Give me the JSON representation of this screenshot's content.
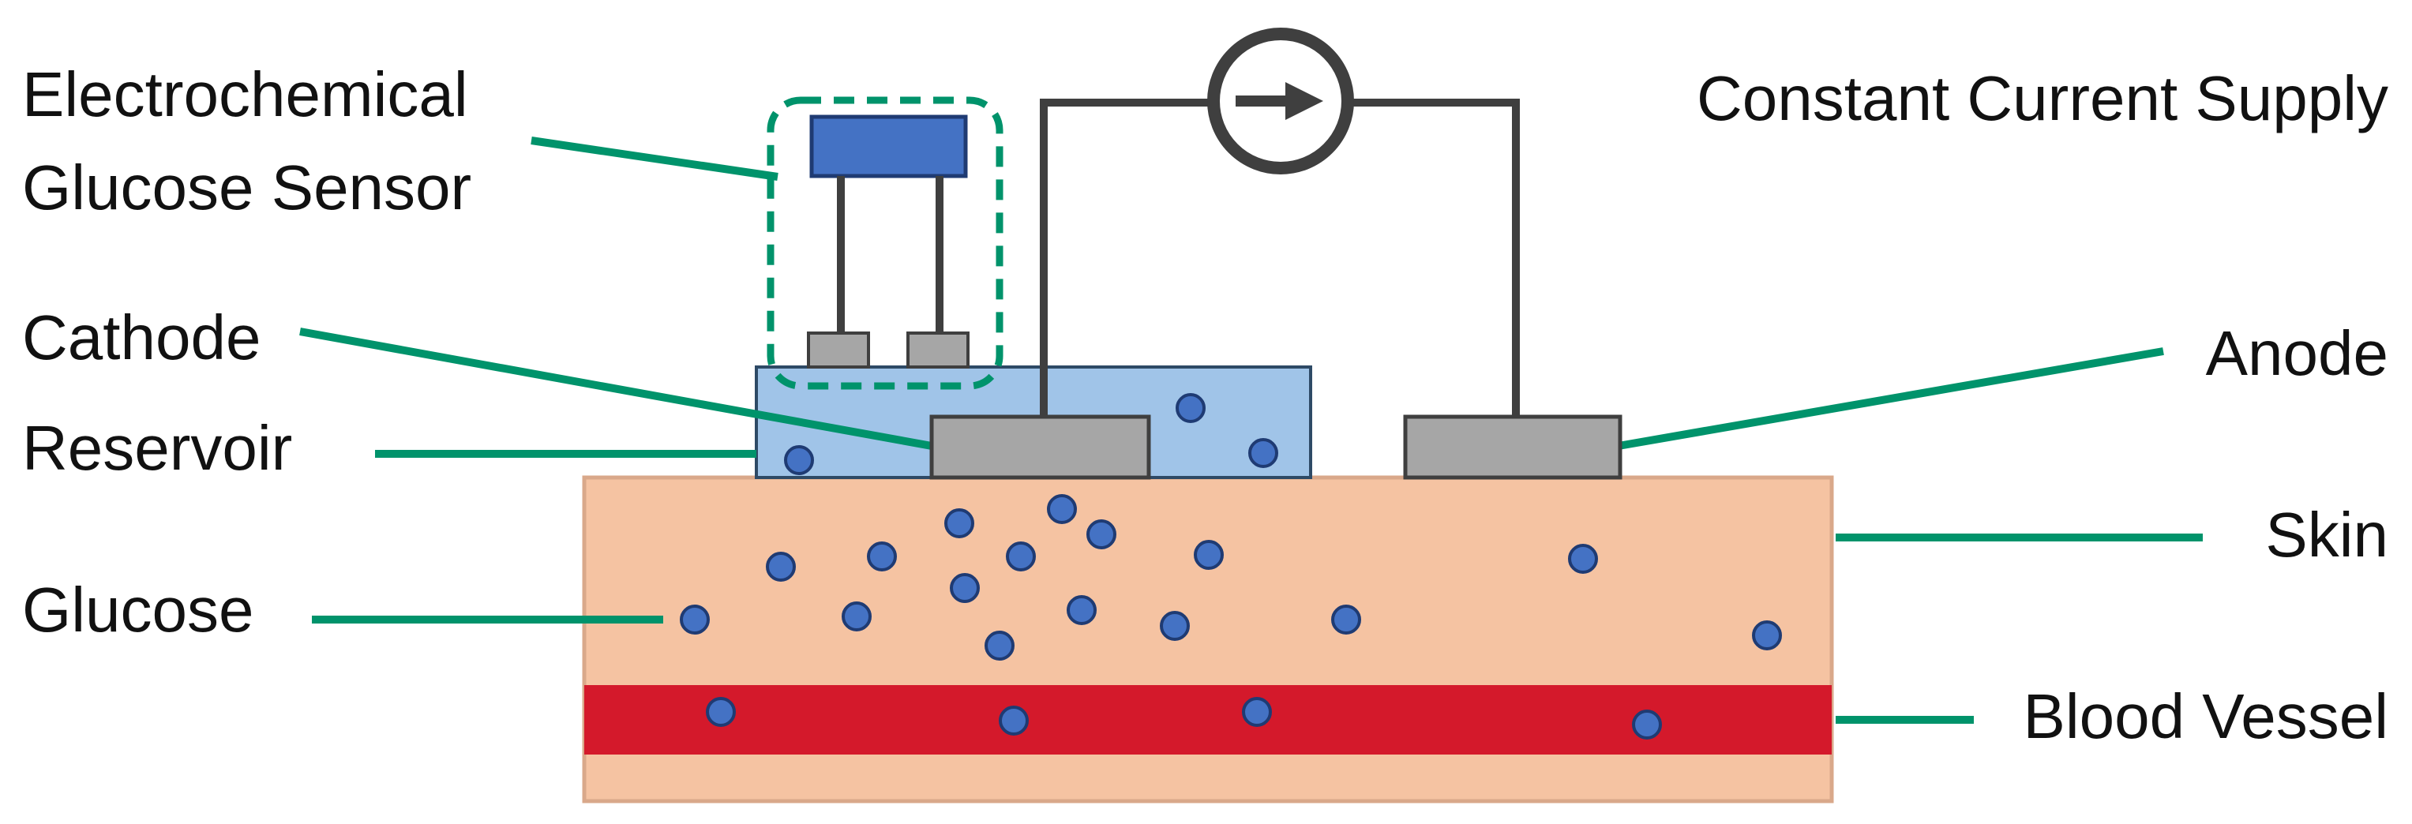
{
  "labels": {
    "sensor_line1": "Electrochemical",
    "sensor_line2": "Glucose Sensor",
    "supply": "Constant Current Supply",
    "cathode": "Cathode",
    "anode": "Anode",
    "reservoir": "Reservoir",
    "skin": "Skin",
    "glucose": "Glucose",
    "blood_vessel": "Blood Vessel"
  },
  "colors": {
    "leader": "#00936b",
    "wire": "#3f3f3f",
    "electrode": "#a6a6a6",
    "reservoir_fill": "#a0c4e8",
    "reservoir_stroke": "#2e4a66",
    "skin_fill": "#f5c3a2",
    "skin_stroke": "#d9a88a",
    "vessel": "#d4192b",
    "glucose_dot": "#4472c4",
    "glucose_stroke": "#1f3b73",
    "sensor_block": "#4472c4"
  },
  "icons": {
    "current_source": "current-source-arrow-icon"
  }
}
